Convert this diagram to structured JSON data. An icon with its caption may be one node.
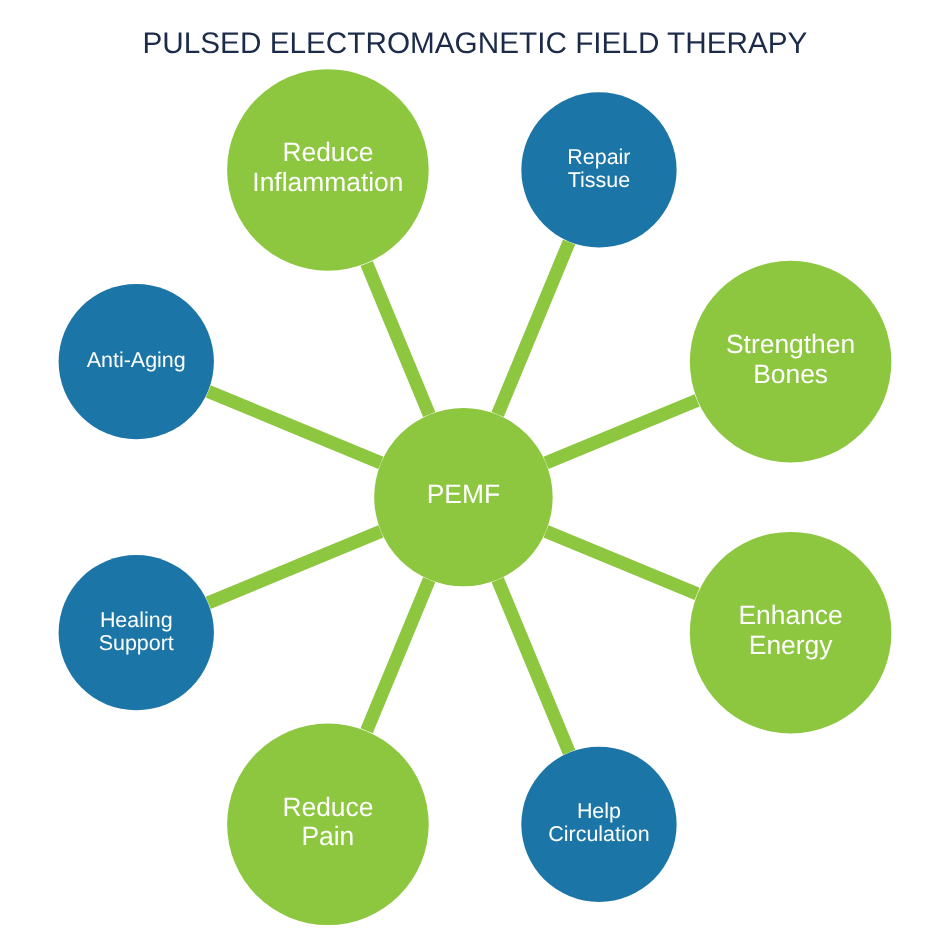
{
  "diagram": {
    "title": "PULSED ELECTROMAGNETIC FIELD THERAPY",
    "nodes": [
      {
        "text": [
          "PEMF"
        ]
      },
      {
        "text": [
          "Strengthen Bones"
        ]
      },
      {
        "text": [
          "Repair Tissue"
        ]
      },
      {
        "text": [
          "Reduce Inflammation"
        ]
      },
      {
        "text": [
          "Anti-Aging"
        ]
      },
      {
        "text": [
          "Healing Support"
        ]
      },
      {
        "text": [
          "Reduce Pain"
        ]
      },
      {
        "text": [
          "Help Circulation"
        ]
      },
      {
        "text": [
          "Enhance Energy"
        ]
      }
    ],
    "edges": [
      {
        "from": 0,
        "to": 1,
        "arrow": "none"
      },
      {
        "from": 0,
        "to": 4,
        "arrow": "none"
      },
      {
        "from": 0,
        "to": 6,
        "arrow": "none"
      },
      {
        "from": 0,
        "to": 7,
        "arrow": "none"
      },
      {
        "from": 0,
        "to": 8,
        "arrow": "none"
      },
      {
        "from": 0,
        "to": 5,
        "arrow": "none"
      },
      {
        "from": 0,
        "to": 3,
        "arrow": "none"
      },
      {
        "from": 0,
        "to": 2,
        "arrow": "none"
      }
    ]
  }
}
